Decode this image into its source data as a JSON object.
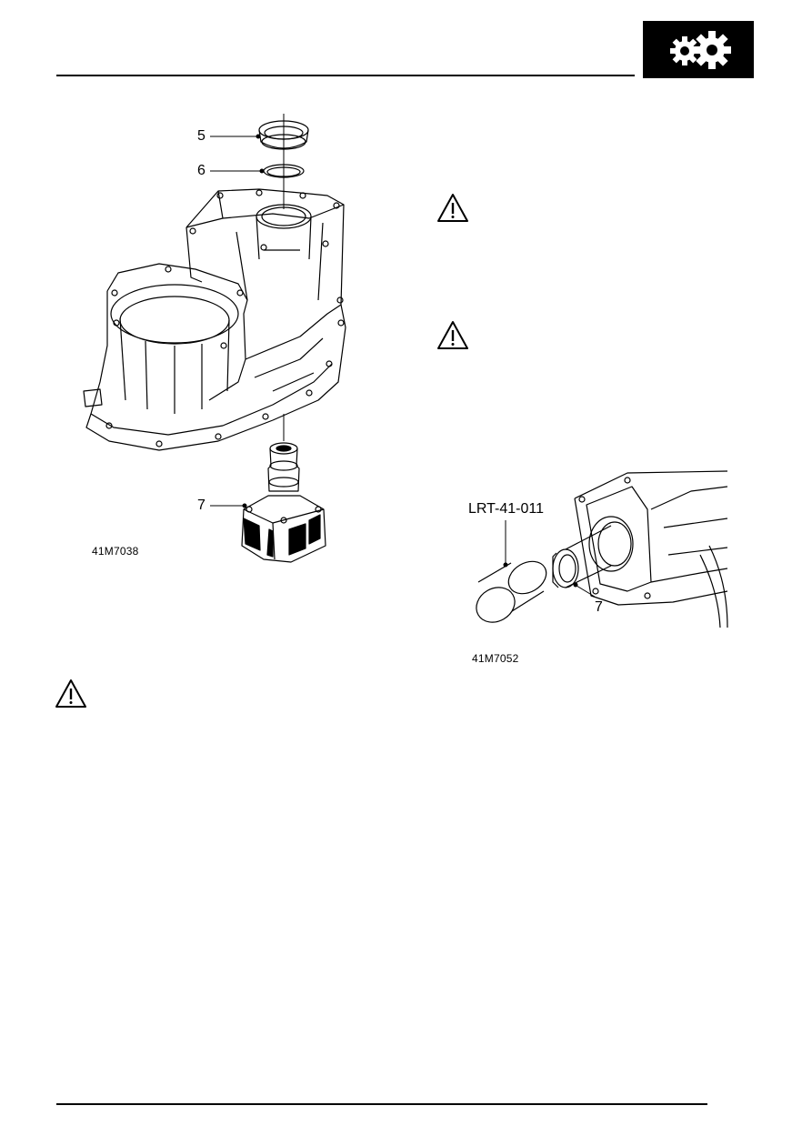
{
  "header": {
    "badge_icon": "gears-icon",
    "badge_color": "#000000"
  },
  "figure_left": {
    "callouts": [
      "5",
      "6",
      "7"
    ],
    "code": "41M7038"
  },
  "figure_right": {
    "tool_label": "LRT-41-011",
    "callout": "7",
    "code": "41M7052"
  },
  "warnings": {
    "icon": "warning-triangle-icon",
    "count": 3
  }
}
